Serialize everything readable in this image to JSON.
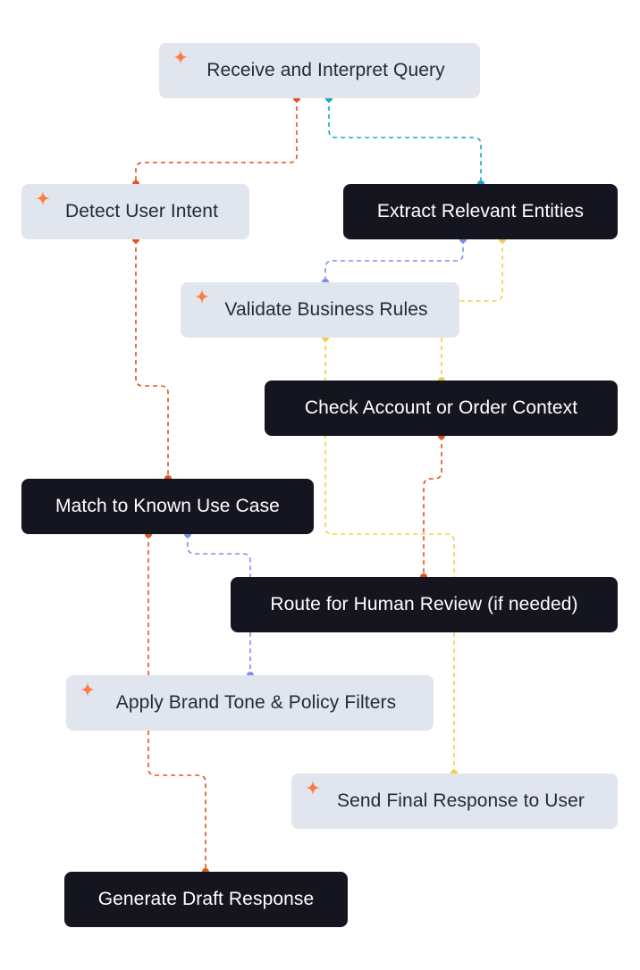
{
  "colors": {
    "light_node_bg": "#e1e5ee",
    "dark_node_bg": "#15151f",
    "orange": "#e1541c",
    "teal": "#1aa8c2",
    "blue": "#7b8ff0",
    "yellow": "#f4cd4a",
    "spark": "#ff7a3d"
  },
  "nodes": {
    "receive": {
      "label": "Receive and Interpret Query",
      "style": "light",
      "icon": "sparkle-icon"
    },
    "detect": {
      "label": "Detect User Intent",
      "style": "light",
      "icon": "sparkle-icon"
    },
    "extract": {
      "label": "Extract Relevant Entities",
      "style": "dark"
    },
    "validate": {
      "label": "Validate Business Rules",
      "style": "light",
      "icon": "sparkle-icon"
    },
    "check": {
      "label": "Check Account or Order Context",
      "style": "dark"
    },
    "match": {
      "label": "Match to Known Use Case",
      "style": "dark"
    },
    "route": {
      "label": "Route for Human Review (if needed)",
      "style": "dark"
    },
    "apply": {
      "label": "Apply Brand Tone & Policy Filters",
      "style": "light",
      "icon": "sparkle-icon"
    },
    "send": {
      "label": "Send Final Response to User",
      "style": "light",
      "icon": "sparkle-icon"
    },
    "generate": {
      "label": "Generate Draft Response",
      "style": "dark"
    }
  },
  "edges": [
    {
      "from": "receive",
      "to": "detect",
      "color": "orange"
    },
    {
      "from": "receive",
      "to": "extract",
      "color": "teal"
    },
    {
      "from": "extract",
      "to": "validate",
      "color": "blue"
    },
    {
      "from": "extract",
      "to": "check",
      "color": "yellow"
    },
    {
      "from": "detect",
      "to": "match",
      "color": "orange"
    },
    {
      "from": "check",
      "to": "route",
      "color": "orange"
    },
    {
      "from": "validate",
      "to": "send",
      "color": "yellow"
    },
    {
      "from": "match",
      "to": "apply",
      "color": "blue"
    },
    {
      "from": "match",
      "to": "generate",
      "color": "orange"
    }
  ]
}
